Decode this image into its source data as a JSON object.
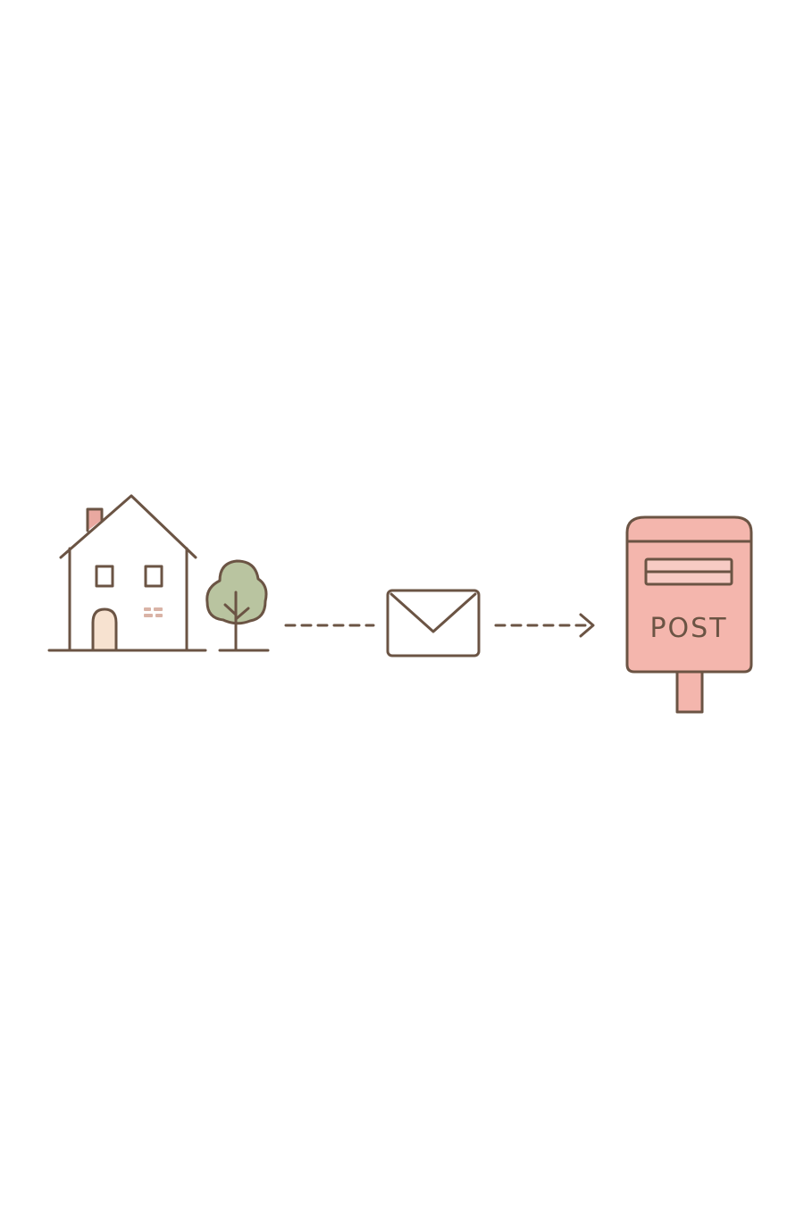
{
  "diagram": {
    "nodes": [
      {
        "id": "house",
        "icon": "house-icon"
      },
      {
        "id": "tree",
        "icon": "tree-icon"
      },
      {
        "id": "envelope",
        "icon": "envelope-icon"
      },
      {
        "id": "postbox",
        "icon": "postbox-icon",
        "label": "POST"
      }
    ],
    "edges": [
      {
        "from": "house",
        "to": "envelope",
        "style": "dashed"
      },
      {
        "from": "envelope",
        "to": "postbox",
        "style": "dashed-arrow"
      }
    ]
  },
  "colors": {
    "stroke": "#6b5444",
    "postbox_fill": "#f4b6ad",
    "tree_fill": "#b9c4a0",
    "door_fill": "#f7e2d0",
    "chimney_fill": "#e9a8a0",
    "window_brick_fill": "#e2c3b8",
    "background": "#ffffff"
  }
}
